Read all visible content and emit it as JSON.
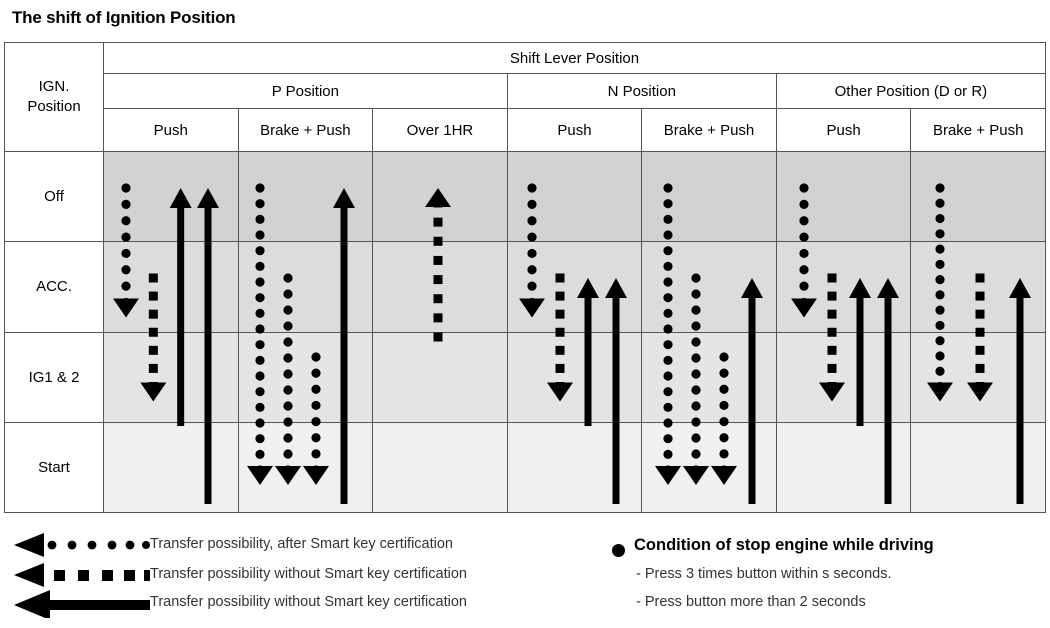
{
  "title": "The shift of Ignition Position",
  "table": {
    "corner_label": "IGN.\nPosition",
    "corner_line1": "IGN.",
    "corner_line2": "Position",
    "top_header": "Shift Lever Position",
    "groups": [
      {
        "label": "P Position",
        "colspan": 3
      },
      {
        "label": "N Position",
        "colspan": 2
      },
      {
        "label": "Other Position (D or R)",
        "colspan": 2
      }
    ],
    "columns": [
      "Push",
      "Brake + Push",
      "Over 1HR",
      "Push",
      "Brake + Push",
      "Push",
      "Brake + Push"
    ],
    "rows": [
      {
        "label": "Off",
        "band_color": "#d2d2d2"
      },
      {
        "label": "ACC.",
        "band_color": "#dcdcdc"
      },
      {
        "label": "IG1 & 2",
        "band_color": "#e4e4e4"
      },
      {
        "label": "Start",
        "band_color": "#f0f0f0"
      }
    ]
  },
  "legend": {
    "items": [
      {
        "symbol": "round-dotted-arrow-left",
        "text": "Transfer possibility, after Smart key certification"
      },
      {
        "symbol": "square-dashed-arrow-left",
        "text": "Transfer possibility without Smart key certification"
      },
      {
        "symbol": "solid-arrow-left",
        "text": "Transfer possibility without Smart key certification"
      }
    ],
    "note": {
      "bullet": "filled-circle",
      "heading": "Condition of stop engine while driving",
      "lines": [
        "- Press 3 times button within s seconds.",
        "- Press button more than 2 seconds"
      ]
    }
  },
  "chart_data": {
    "type": "diagram",
    "title": "The shift of Ignition Position",
    "row_levels": [
      "Off",
      "ACC.",
      "IG1 & 2",
      "Start"
    ],
    "columns": [
      "P / Push",
      "P / Brake + Push",
      "P / Over 1HR",
      "N / Push",
      "N / Brake + Push",
      "Other / Push",
      "Other / Brake + Push"
    ],
    "arrow_styles": {
      "dotted": "Transfer possibility, after Smart key certification",
      "dashed": "Transfer possibility without Smart key certification",
      "solid": "Transfer possibility without Smart key certification"
    },
    "transitions": [
      {
        "column": "P / Push",
        "style": "dotted",
        "from": "Off",
        "to": "ACC.",
        "direction": "down"
      },
      {
        "column": "P / Push",
        "style": "dashed",
        "from": "ACC.",
        "to": "IG1 & 2",
        "direction": "down"
      },
      {
        "column": "P / Push",
        "style": "solid",
        "from": "IG1 & 2",
        "to": "Off",
        "direction": "up"
      },
      {
        "column": "P / Push",
        "style": "solid",
        "from": "Start",
        "to": "Off",
        "direction": "up"
      },
      {
        "column": "P / Brake + Push",
        "style": "dotted",
        "from": "Off",
        "to": "Start",
        "direction": "down"
      },
      {
        "column": "P / Brake + Push",
        "style": "dotted",
        "from": "ACC.",
        "to": "Start",
        "direction": "down"
      },
      {
        "column": "P / Brake + Push",
        "style": "dotted",
        "from": "IG1 & 2",
        "to": "Start",
        "direction": "down"
      },
      {
        "column": "P / Brake + Push",
        "style": "solid",
        "from": "Start",
        "to": "Off",
        "direction": "up"
      },
      {
        "column": "P / Over 1HR",
        "style": "dashed",
        "from": "ACC.",
        "to": "Off",
        "direction": "up"
      },
      {
        "column": "N / Push",
        "style": "dotted",
        "from": "Off",
        "to": "ACC.",
        "direction": "down"
      },
      {
        "column": "N / Push",
        "style": "dashed",
        "from": "ACC.",
        "to": "IG1 & 2",
        "direction": "down"
      },
      {
        "column": "N / Push",
        "style": "solid",
        "from": "IG1 & 2",
        "to": "ACC.",
        "direction": "up"
      },
      {
        "column": "N / Push",
        "style": "solid",
        "from": "Start",
        "to": "ACC.",
        "direction": "up"
      },
      {
        "column": "N / Brake + Push",
        "style": "dotted",
        "from": "Off",
        "to": "Start",
        "direction": "down"
      },
      {
        "column": "N / Brake + Push",
        "style": "dotted",
        "from": "ACC.",
        "to": "Start",
        "direction": "down"
      },
      {
        "column": "N / Brake + Push",
        "style": "dotted",
        "from": "IG1 & 2",
        "to": "Start",
        "direction": "down"
      },
      {
        "column": "N / Brake + Push",
        "style": "solid",
        "from": "Start",
        "to": "ACC.",
        "direction": "up"
      },
      {
        "column": "Other / Push",
        "style": "dotted",
        "from": "Off",
        "to": "ACC.",
        "direction": "down"
      },
      {
        "column": "Other / Push",
        "style": "dashed",
        "from": "ACC.",
        "to": "IG1 & 2",
        "direction": "down"
      },
      {
        "column": "Other / Push",
        "style": "solid",
        "from": "IG1 & 2",
        "to": "ACC.",
        "direction": "up"
      },
      {
        "column": "Other / Push",
        "style": "solid",
        "from": "Start",
        "to": "ACC.",
        "direction": "up"
      },
      {
        "column": "Other / Brake + Push",
        "style": "dotted",
        "from": "Off",
        "to": "IG1 & 2",
        "direction": "down"
      },
      {
        "column": "Other / Brake + Push",
        "style": "dashed",
        "from": "ACC.",
        "to": "IG1 & 2",
        "direction": "down"
      },
      {
        "column": "Other / Brake + Push",
        "style": "solid",
        "from": "Start",
        "to": "ACC.",
        "direction": "up"
      }
    ]
  },
  "geometry": {
    "col_edges": [
      4,
      100,
      234,
      370,
      506,
      642,
      778,
      914,
      1046
    ],
    "row_edges": [
      176,
      266,
      345,
      434,
      512
    ]
  }
}
